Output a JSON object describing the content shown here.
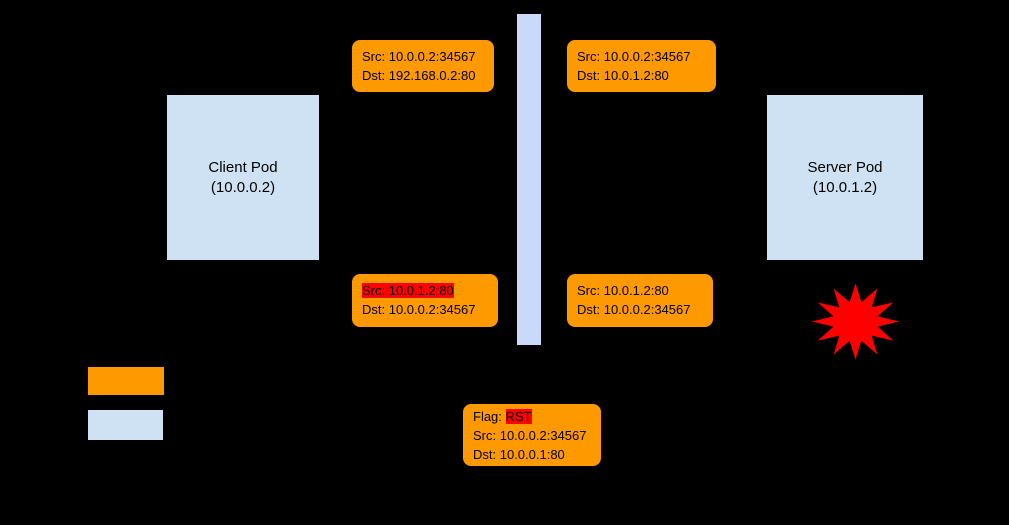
{
  "diagram": {
    "client_pod": {
      "title": "Client Pod",
      "subtitle": "(10.0.0.2)"
    },
    "server_pod": {
      "title": "Server Pod",
      "subtitle": "(10.0.1.2)"
    },
    "packets": {
      "top_left": {
        "src": "Src: 10.0.0.2:34567",
        "dst": "Dst: 192.168.0.2:80"
      },
      "top_right": {
        "src": "Src: 10.0.0.2:34567",
        "dst": "Dst: 10.0.1.2:80"
      },
      "bottom_left": {
        "src": "Src: 10.0.1.2:80",
        "dst": "Dst: 10.0.0.2:34567",
        "src_highlighted": "true"
      },
      "bottom_right": {
        "src": "Src: 10.0.1.2:80",
        "dst": "Dst: 10.0.0.2:34567"
      },
      "rst": {
        "flag_label": "Flag: ",
        "flag_value": "RST",
        "src": "Src: 10.0.0.2:34567",
        "dst": "Dst: 10.0.0.1:80"
      }
    },
    "colors": {
      "background": "#000000",
      "packet_fill": "#ff9900",
      "node_fill": "#cfe2f3",
      "nat_bar_fill": "#c9daf8",
      "highlight": "#ff0000",
      "explosion": "#ff0000"
    },
    "icons": {
      "explosion": "explosion-burst-icon"
    }
  }
}
